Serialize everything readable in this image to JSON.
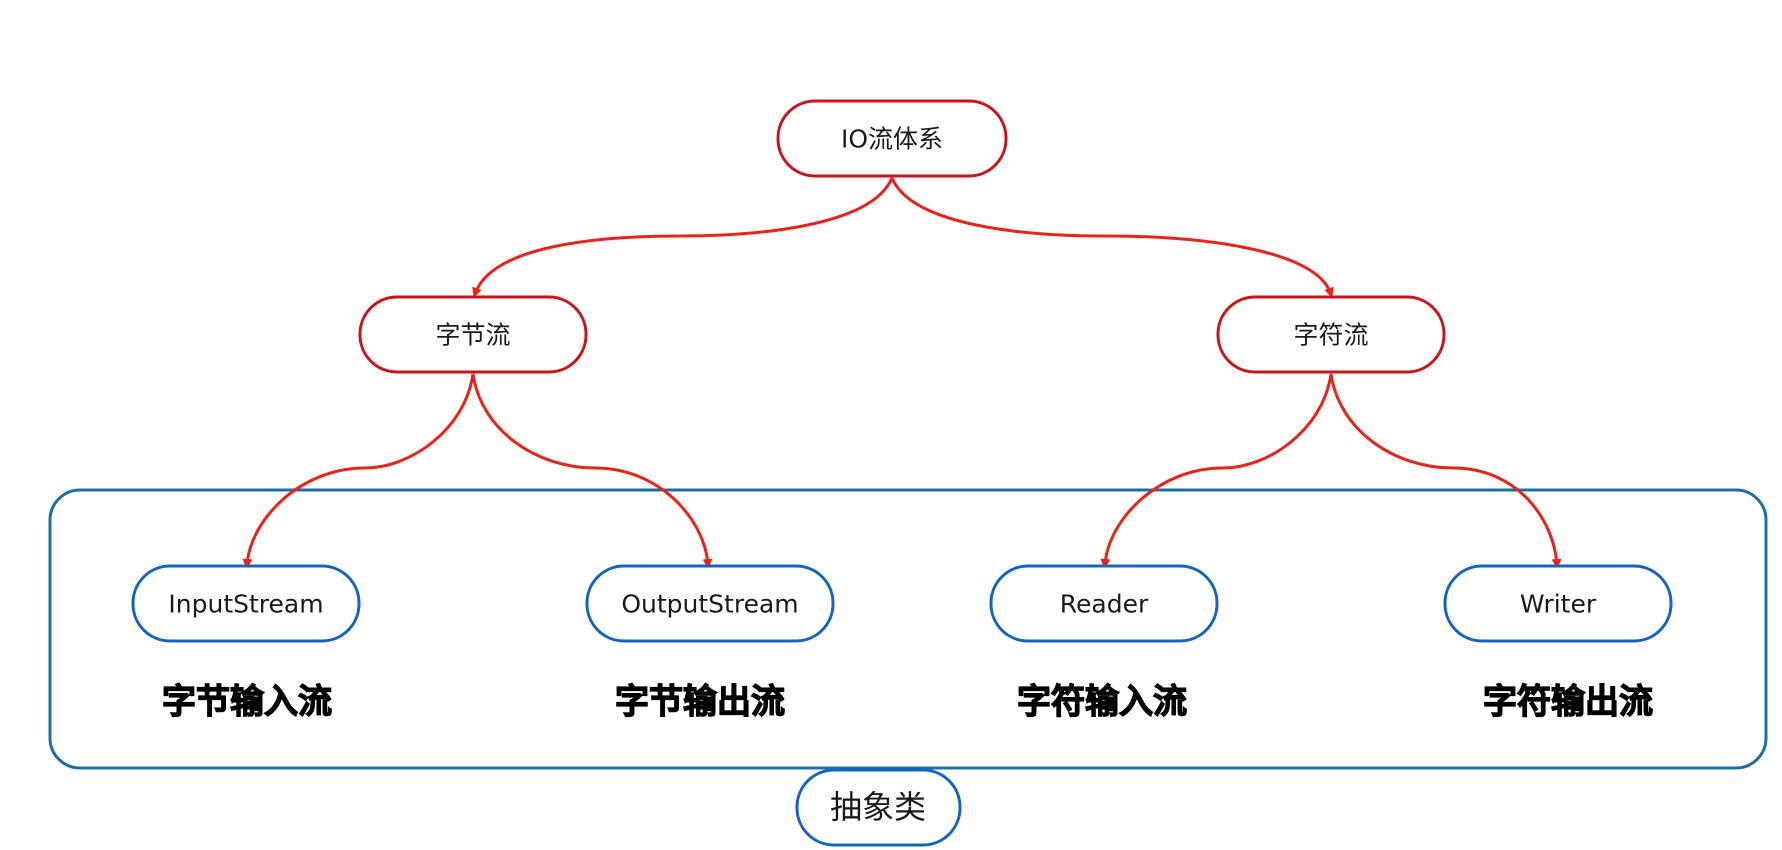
{
  "colors": {
    "edge": "#e8231a",
    "top_node_border": "#c8141a",
    "class_node_border": "#1565c0",
    "group_border": "#1e6fa3"
  },
  "root": {
    "label": "IO流体系"
  },
  "branches": [
    {
      "label": "字节流",
      "children": [
        {
          "label": "InputStream",
          "description": "字节输入流"
        },
        {
          "label": "OutputStream",
          "description": "字节输出流"
        }
      ]
    },
    {
      "label": "字符流",
      "children": [
        {
          "label": "Reader",
          "description": "字符输入流"
        },
        {
          "label": "Writer",
          "description": "字符输出流"
        }
      ]
    }
  ],
  "group": {
    "label": "抽象类"
  }
}
